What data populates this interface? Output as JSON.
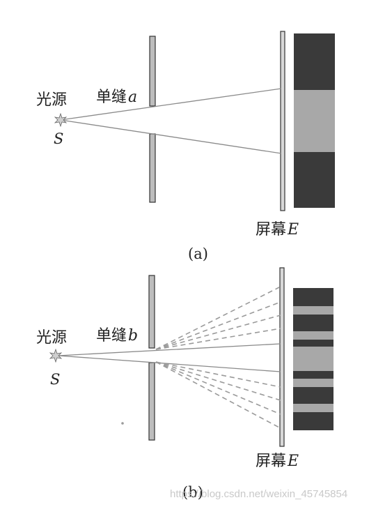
{
  "figure_a": {
    "source_label": "光源",
    "source_symbol": "S",
    "slit_label": "单缝",
    "slit_symbol": "a",
    "screen_label": "屏幕",
    "screen_symbol": "E",
    "caption": "(a)"
  },
  "figure_b": {
    "source_label": "光源",
    "source_symbol": "S",
    "slit_label": "单缝",
    "slit_symbol": "b",
    "screen_label": "屏幕",
    "screen_symbol": "E",
    "caption": "(b)"
  },
  "watermark": "https://blog.csdn.net/weixin_45745854",
  "colors": {
    "dark_band": "#3a3a3a",
    "light_band": "#a8a8a8",
    "slit_fill": "#bdbdbd",
    "ray": "#8a8a8a",
    "dashed_ray": "#9a9a9a"
  }
}
